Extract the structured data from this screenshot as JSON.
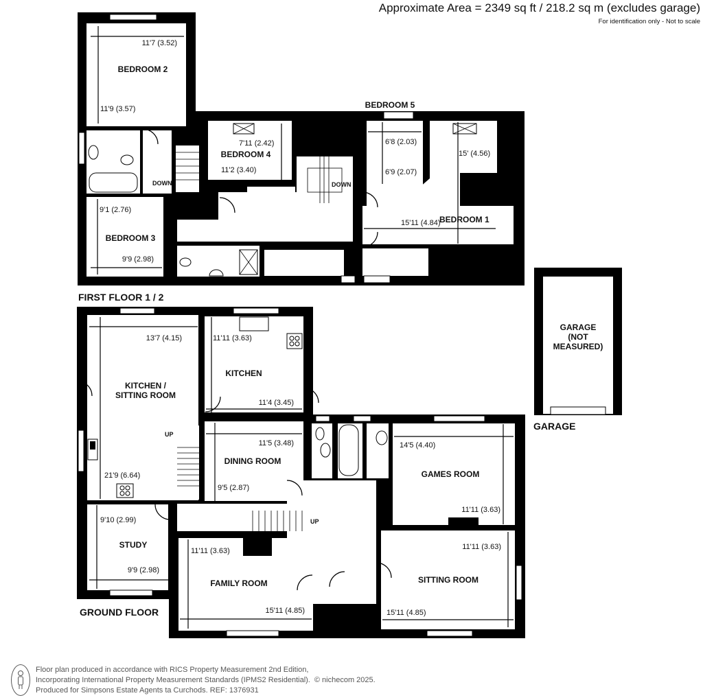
{
  "header": {
    "area_title": "Approximate Area = 2349 sq ft / 218.2 sq m (excludes garage)",
    "area_note": "For identification only - Not to scale"
  },
  "floors": {
    "first_floor_label": "FIRST FLOOR  1 / 2",
    "ground_floor_label": "GROUND FLOOR",
    "garage_label": "GARAGE"
  },
  "rooms": {
    "bedroom2": {
      "name": "BEDROOM 2",
      "width": "11'7 (3.52)",
      "length": "11'9 (3.57)"
    },
    "bedroom3": {
      "name": "BEDROOM 3",
      "width": "9'9 (2.98)",
      "length": "9'1 (2.76)"
    },
    "bedroom4": {
      "name": "BEDROOM 4",
      "width": "11'2 (3.40)",
      "length": "7'11 (2.42)"
    },
    "bedroom5": {
      "name": "BEDROOM 5",
      "width": "6'8 (2.03)",
      "length": "6'9 (2.07)"
    },
    "bedroom1": {
      "name": "BEDROOM 1",
      "width": "15'11 (4.84)",
      "length": "15' (4.56)"
    },
    "kitchen_sitting": {
      "name_line1": "KITCHEN /",
      "name_line2": "SITTING ROOM",
      "width": "13'7 (4.15)",
      "length": "21'9 (6.64)"
    },
    "kitchen": {
      "name": "KITCHEN",
      "width": "11'4 (3.45)",
      "length": "11'11 (3.63)"
    },
    "dining": {
      "name": "DINING ROOM",
      "width": "11'5 (3.48)",
      "length": "9'5 (2.87)"
    },
    "games": {
      "name": "GAMES ROOM",
      "width": "14'5 (4.40)",
      "length": "11'11 (3.63)"
    },
    "study": {
      "name": "STUDY",
      "width": "9'9 (2.98)",
      "length": "9'10 (2.99)"
    },
    "family": {
      "name": "FAMILY ROOM",
      "width": "15'11 (4.85)",
      "length": "11'11 (3.63)"
    },
    "sitting": {
      "name": "SITTING ROOM",
      "width": "15'11 (4.85)",
      "length": "11'11 (3.63)"
    },
    "garage": {
      "name_line1": "GARAGE",
      "name_line2": "(NOT",
      "name_line3": "MEASURED)"
    }
  },
  "stairs": {
    "down_1": "DOWN",
    "down_2": "DOWN",
    "up_1": "UP",
    "up_2": "UP"
  },
  "footer": {
    "line1": "Floor plan produced in accordance with RICS Property Measurement 2nd Edition,",
    "line2": "Incorporating International Property Measurement Standards (IPMS2 Residential).",
    "copyright": "© nichecom 2025.",
    "line3": "Produced for Simpsons Estate Agents ta Curchods.   REF: 1376931"
  }
}
